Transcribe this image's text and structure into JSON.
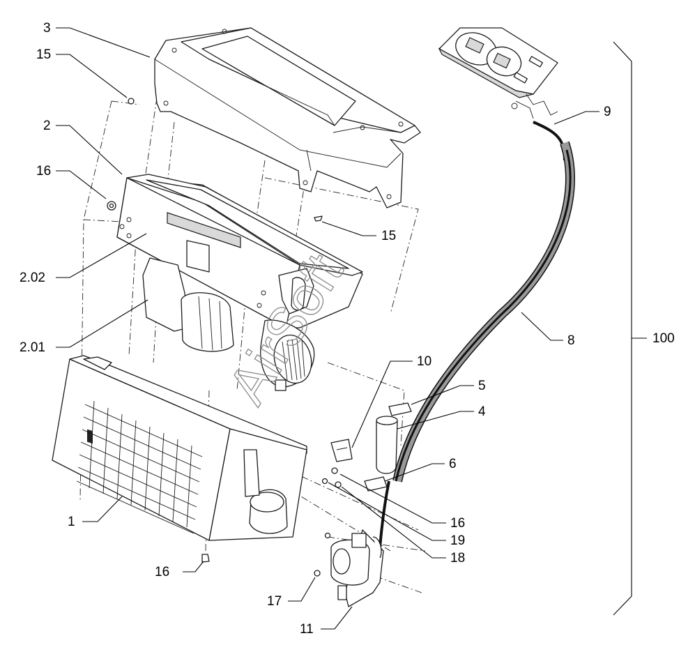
{
  "diagram": {
    "watermark": "AirSoft",
    "labels": {
      "p3": "3",
      "p15a": "15",
      "p2": "2",
      "p16a": "16",
      "p15b": "15",
      "p202": "2.02",
      "p201": "2.01",
      "p1": "1",
      "p16b": "16",
      "p9": "9",
      "p8": "8",
      "p100": "100",
      "p10": "10",
      "p5": "5",
      "p4": "4",
      "p6": "6",
      "p16c": "16",
      "p19": "19",
      "p18": "18",
      "p17": "17",
      "p11": "11"
    }
  }
}
